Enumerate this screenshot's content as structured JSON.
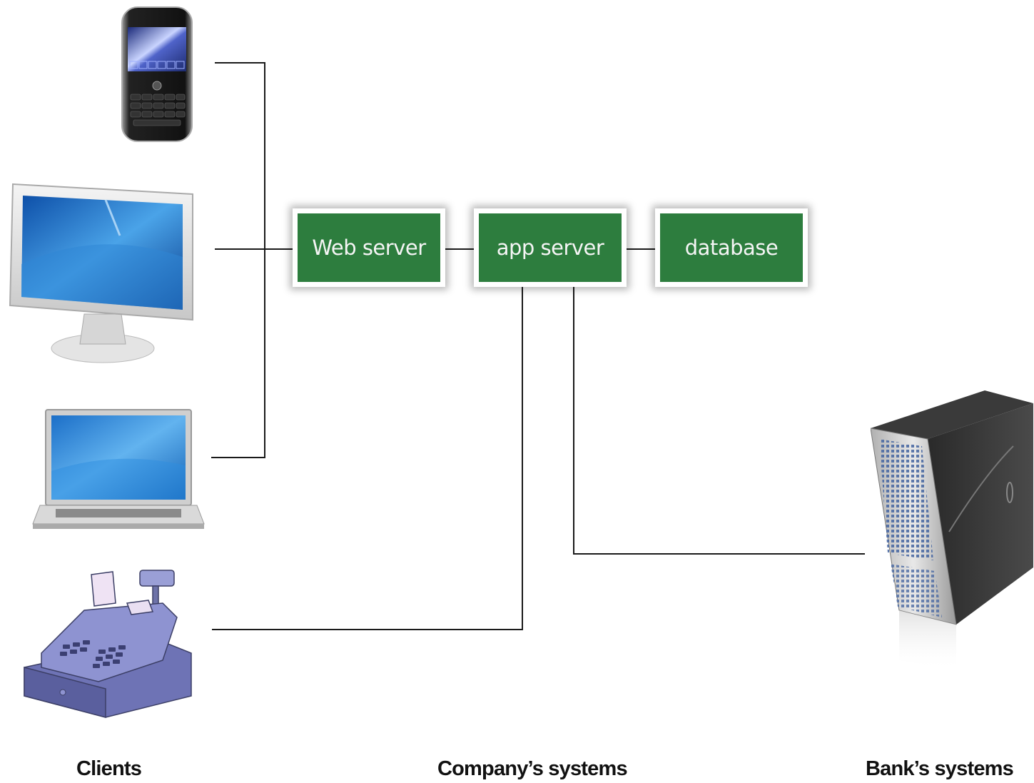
{
  "diagram": {
    "components": {
      "web_server": "Web server",
      "app_server": "app server",
      "database": "database"
    },
    "clients": [
      {
        "name": "smartphone",
        "icon": "smartphone-icon"
      },
      {
        "name": "desktop monitor",
        "icon": "desktop-monitor-icon"
      },
      {
        "name": "laptop",
        "icon": "laptop-icon"
      },
      {
        "name": "cash register",
        "icon": "cash-register-icon"
      }
    ],
    "bank_server": {
      "icon": "server-tower-icon"
    },
    "section_labels": {
      "clients": "Clients",
      "company": "Company’s systems",
      "bank": "Bank’s systems"
    },
    "colors": {
      "box_fill": "#2d7d3e",
      "box_text": "#f5f5f5",
      "line": "#1a1a1a"
    }
  }
}
